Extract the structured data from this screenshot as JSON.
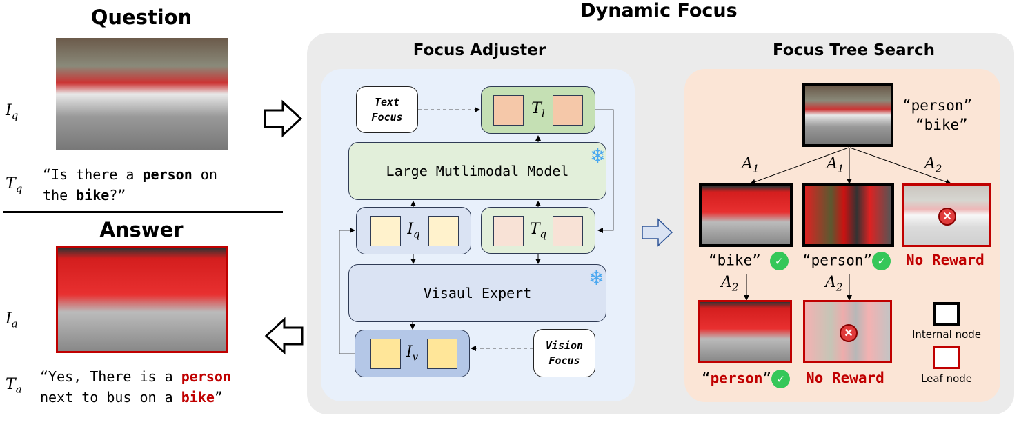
{
  "left": {
    "question_title": "Question",
    "answer_title": "Answer",
    "iq_symbol": "I",
    "iq_sub": "q",
    "tq_symbol": "T",
    "tq_sub": "q",
    "ia_symbol": "I",
    "ia_sub": "a",
    "ta_symbol": "T",
    "ta_sub": "a",
    "question_parts": [
      "“Is there a ",
      "person",
      " on",
      "the ",
      "bike",
      "?”"
    ],
    "answer_parts": [
      "“Yes, There is a ",
      "person",
      "next to bus on a ",
      "bike",
      "”"
    ]
  },
  "main_title": "Dynamic Focus",
  "adjuster": {
    "title": "Focus Adjuster",
    "text_focus": [
      "Text",
      "Focus"
    ],
    "vision_focus": [
      "Vision",
      "Focus"
    ],
    "tl": {
      "symbol": "T",
      "sub": "l"
    },
    "iq": {
      "symbol": "I",
      "sub": "q"
    },
    "tq": {
      "symbol": "T",
      "sub": "q"
    },
    "iv": {
      "symbol": "I",
      "sub": "v"
    },
    "lmm": "Large Mutlimodal Model",
    "visual_expert": "Visaul Expert",
    "icons": {
      "frozen": "snowflake-icon"
    }
  },
  "tree": {
    "title": "Focus Tree Search",
    "root_labels": [
      "“person”",
      "“bike”"
    ],
    "edge_a1": "A",
    "a1_sub": "1",
    "a2_sub": "2",
    "child_labels": [
      "“bike”",
      "“person”",
      "No Reward"
    ],
    "leaf_labels": [
      "“",
      "person",
      "”",
      "No Reward"
    ],
    "legend": {
      "internal": "Internal node",
      "leaf": "Leaf node"
    },
    "colors": {
      "leaf": "#c00000",
      "internal": "#000000",
      "success": "#35c759",
      "fail": "#e03c3c"
    }
  }
}
